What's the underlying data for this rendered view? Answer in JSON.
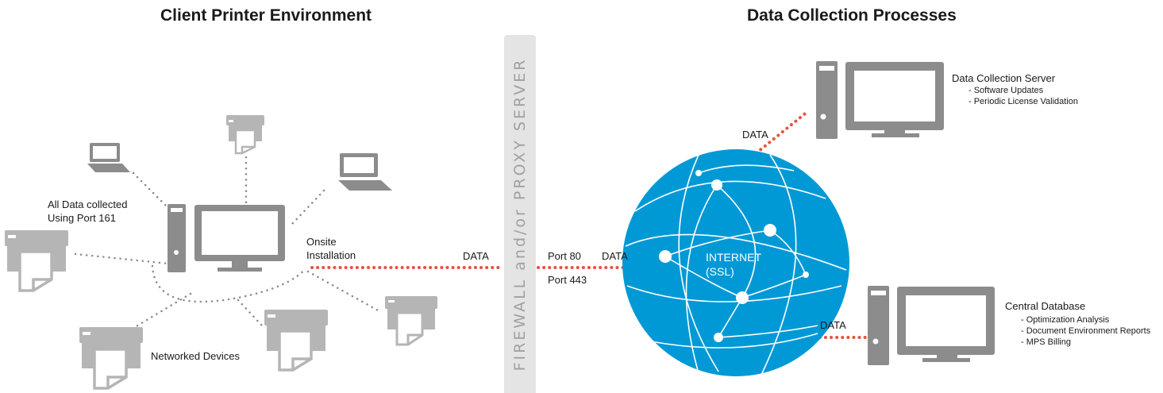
{
  "left_title": "Client Printer Environment",
  "right_title": "Data Collection Processes",
  "firewall_label": "FIREWALL and/or PROXY SERVER",
  "labels": {
    "all_data_line1": "All Data collected",
    "all_data_line2": "Using Port  161",
    "onsite_line1": "Onsite",
    "onsite_line2": "Installation",
    "networked_devices": "Networked Devices",
    "data": "DATA",
    "port80": "Port 80",
    "port443": "Port 443",
    "internet_line1": "INTERNET",
    "internet_line2": "(SSL)"
  },
  "server": {
    "title": "Data Collection Server",
    "items": [
      "- Software Updates",
      "- Periodic License Validation"
    ]
  },
  "database": {
    "title": "Central Database",
    "items": [
      "- Optimization Analysis",
      "- Document Environment Reports",
      "- MPS Billing"
    ]
  },
  "colors": {
    "device_gray": "#8c8c8c",
    "light_gray": "#b5b5b5",
    "dotted_gray": "#8a8a8a",
    "data_red": "#e8533d",
    "globe_blue": "#0099d6",
    "firewall_bg": "#e4e4e4"
  }
}
